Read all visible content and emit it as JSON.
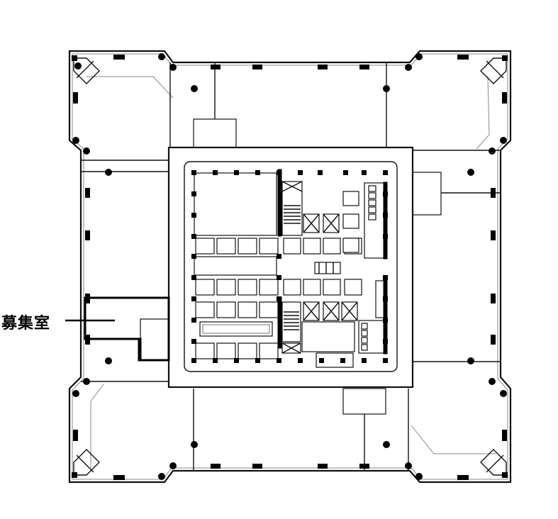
{
  "diagram": {
    "type": "floor-plan",
    "highlight_label": "募集室",
    "highlight_color": "#000000",
    "background": "#ffffff",
    "elements": {
      "outer_shell": "cross-shaped building outline with chamfered corners",
      "core": "central service core with elevator banks, stairs, restrooms",
      "elevator_banks": 4,
      "stairwells": 2,
      "highlighted_room": "募集室 (west side, thick outline)"
    }
  }
}
